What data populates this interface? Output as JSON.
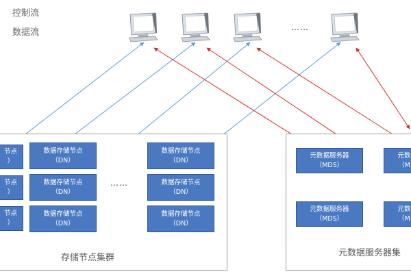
{
  "legend": {
    "control_flow": "控制流",
    "data_flow": "数据流"
  },
  "clients": {
    "ellipsis": "……",
    "icon": "computer-icon"
  },
  "storage_cluster": {
    "label": "存储节点集群",
    "ellipsis": "……",
    "nodes": [
      {
        "name": "数据存储节点",
        "sub": "（DN）"
      },
      {
        "name": "数据存储节点",
        "sub": "（DN）"
      },
      {
        "name": "数据存储节点",
        "sub": "（DN）"
      },
      {
        "name": "数据存储节点",
        "sub": "（DN）"
      },
      {
        "name": "数据存储节点",
        "sub": "（DN）"
      },
      {
        "name": "数据存储节点",
        "sub": "（DN）"
      }
    ],
    "partial_nodes": [
      {
        "name": "节点",
        "sub": "）"
      },
      {
        "name": "节点",
        "sub": "）"
      },
      {
        "name": "节点",
        "sub": "）"
      }
    ]
  },
  "metadata_cluster": {
    "label": "元数据服务器集",
    "nodes": [
      {
        "name": "元数据服务器",
        "sub": "（MDS）"
      },
      {
        "name": "元数据服务器",
        "sub": "（MDS）"
      }
    ],
    "partial_nodes": [
      {
        "name": "元数",
        "sub": "（M"
      },
      {
        "name": "元数",
        "sub": "（M"
      }
    ]
  },
  "colors": {
    "control_flow": "#d42a2a",
    "data_flow": "#5b9bd5",
    "node_fill": "#4a79c2",
    "node_border": "#2f5596"
  }
}
